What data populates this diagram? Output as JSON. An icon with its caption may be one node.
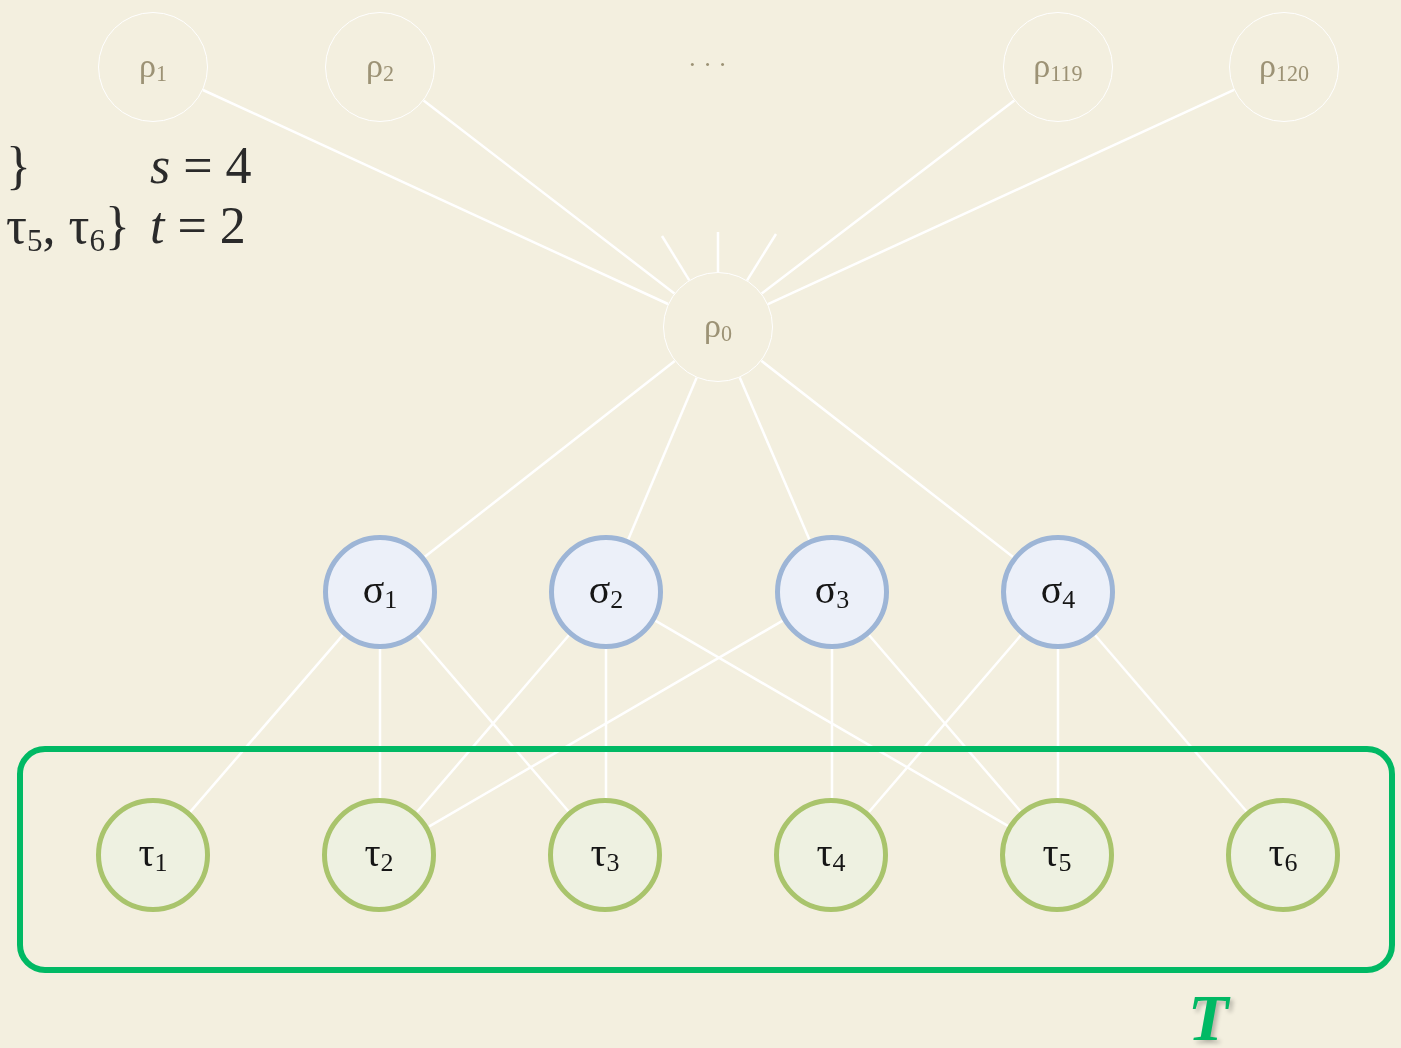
{
  "diagram": {
    "nodes": [
      {
        "text": [
          "ρ$_{1}$"
        ]
      },
      {
        "text": [
          "ρ$_{2}$"
        ]
      },
      {
        "text": [
          "ρ$_{119}$"
        ]
      },
      {
        "text": [
          "ρ$_{120}$"
        ]
      },
      {
        "text": [
          "ρ$_{0}$"
        ]
      },
      {
        "text": [
          "σ$_{1}$"
        ]
      },
      {
        "text": [
          "σ$_{2}$"
        ]
      },
      {
        "text": [
          "σ$_{3}$"
        ]
      },
      {
        "text": [
          "σ$_{4}$"
        ]
      },
      {
        "text": [
          "T"
        ]
      },
      {
        "text": [
          "τ$_{1}$"
        ],
        "in": 9
      },
      {
        "text": [
          "τ$_{2}$"
        ],
        "in": 9
      },
      {
        "text": [
          "τ$_{3}$"
        ],
        "in": 9
      },
      {
        "text": [
          "τ$_{4}$"
        ],
        "in": 9
      },
      {
        "text": [
          "τ$_{5}$"
        ],
        "in": 9
      },
      {
        "text": [
          "τ$_{6}$"
        ],
        "in": 9
      }
    ],
    "edges": [
      {
        "from": 0,
        "to": 4,
        "arrow": "none"
      },
      {
        "from": 1,
        "to": 4,
        "arrow": "none"
      },
      {
        "from": 2,
        "to": 4,
        "arrow": "none"
      },
      {
        "from": 3,
        "to": 4,
        "arrow": "none"
      },
      {
        "from": null,
        "to": 4,
        "arrow": "none"
      },
      {
        "from": null,
        "to": 4,
        "arrow": "none"
      },
      {
        "from": null,
        "to": 4,
        "arrow": "none"
      },
      {
        "from": 5,
        "to": 4,
        "arrow": "none"
      },
      {
        "from": 6,
        "to": 4,
        "arrow": "none"
      },
      {
        "from": 7,
        "to": 4,
        "arrow": "none"
      },
      {
        "from": 8,
        "to": 4,
        "arrow": "none"
      },
      {
        "from": 5,
        "to": 10,
        "arrow": "none"
      },
      {
        "from": 5,
        "to": 11,
        "arrow": "none"
      },
      {
        "from": 5,
        "to": 12,
        "arrow": "none"
      },
      {
        "from": 6,
        "to": 11,
        "arrow": "none"
      },
      {
        "from": 6,
        "to": 12,
        "arrow": "none"
      },
      {
        "from": 6,
        "to": 14,
        "arrow": "none"
      },
      {
        "from": 7,
        "to": 11,
        "arrow": "none"
      },
      {
        "from": 7,
        "to": 13,
        "arrow": "none"
      },
      {
        "from": 7,
        "to": 14,
        "arrow": "none"
      },
      {
        "from": 8,
        "to": 13,
        "arrow": "none"
      },
      {
        "from": 8,
        "to": 14,
        "arrow": "none"
      },
      {
        "from": 8,
        "to": 15,
        "arrow": "none"
      }
    ],
    "labels": [
      "}",
      "*s* = 4",
      "τ$_{5}$, τ$_{6}$}",
      "*t* = 2",
      "· · ·"
    ]
  }
}
